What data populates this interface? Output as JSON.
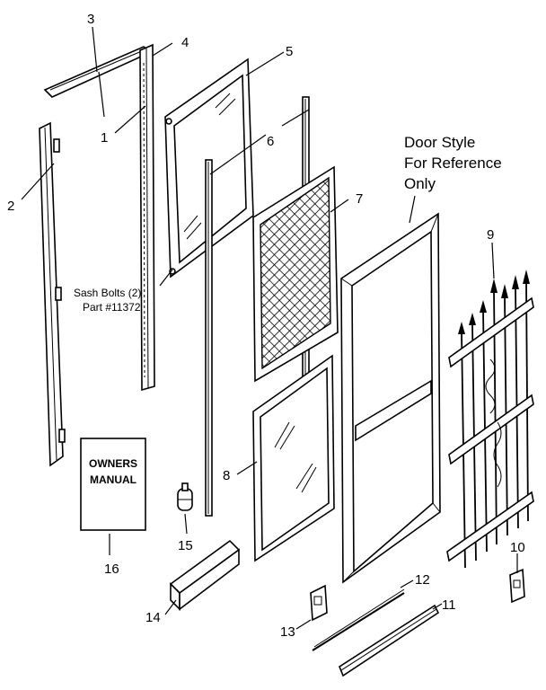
{
  "callouts": {
    "n1": "1",
    "n2": "2",
    "n3": "3",
    "n4": "4",
    "n5": "5",
    "n6": "6",
    "n7": "7",
    "n8": "8",
    "n9": "9",
    "n10": "10",
    "n11": "11",
    "n12": "12",
    "n13": "13",
    "n14": "14",
    "n15": "15",
    "n16": "16"
  },
  "notes": {
    "sash_line1": "Sash Bolts (2)",
    "sash_line2": "Part #11372",
    "door_line1": "Door Style",
    "door_line2": "For Reference",
    "door_line3": "Only"
  },
  "manual": {
    "line1": "OWNERS",
    "line2": "MANUAL"
  }
}
